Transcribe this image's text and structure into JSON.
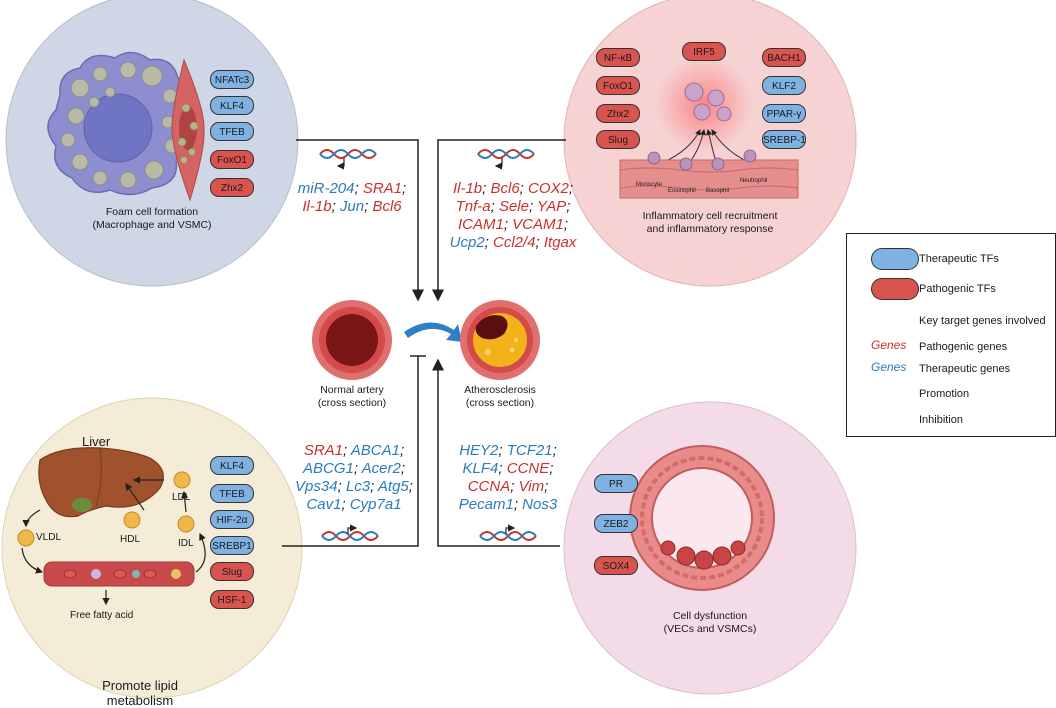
{
  "panels": {
    "foam": {
      "caption_line1": "Foam cell formation",
      "caption_line2": "(Macrophage and VSMC)",
      "tfs": [
        {
          "label": "NFATc3",
          "type": "therapeutic"
        },
        {
          "label": "KLF4",
          "type": "therapeutic"
        },
        {
          "label": "TFEB",
          "type": "therapeutic"
        },
        {
          "label": "FoxO1",
          "type": "pathogenic"
        },
        {
          "label": "Zhx2",
          "type": "pathogenic"
        }
      ]
    },
    "inflammatory": {
      "caption_line1": "Inflammatory cell recruitment",
      "caption_line2": "and inflammatory response",
      "tfs_left": [
        {
          "label": "NF-κB",
          "type": "pathogenic"
        },
        {
          "label": "FoxO1",
          "type": "pathogenic"
        },
        {
          "label": "Zhx2",
          "type": "pathogenic"
        },
        {
          "label": "Slug",
          "type": "pathogenic"
        }
      ],
      "tf_top": {
        "label": "IRF5",
        "type": "pathogenic"
      },
      "tfs_right": [
        {
          "label": "BACH1",
          "type": "pathogenic"
        },
        {
          "label": "KLF2",
          "type": "therapeutic"
        },
        {
          "label": "PPAR-γ",
          "type": "therapeutic"
        },
        {
          "label": "SREBP-1",
          "type": "therapeutic"
        }
      ],
      "cells": [
        "Monocyte",
        "Eosinophil",
        "Basophil",
        "Neutrophil"
      ]
    },
    "lipid": {
      "liver_label": "Liver",
      "vldl": "VLDL",
      "hdl": "HDL",
      "ldl": "LDL",
      "idl": "IDL",
      "ffa": "Free fatty acid",
      "caption_line1": "Promote lipid",
      "caption_line2": "metabolism",
      "tfs": [
        {
          "label": "KLF4",
          "type": "therapeutic"
        },
        {
          "label": "TFEB",
          "type": "therapeutic"
        },
        {
          "label": "HIF-2α",
          "type": "therapeutic"
        },
        {
          "label": "SREBP1",
          "type": "therapeutic"
        },
        {
          "label": "Slug",
          "type": "pathogenic"
        },
        {
          "label": "HSF-1",
          "type": "pathogenic"
        }
      ]
    },
    "dysfunction": {
      "caption_line1": "Cell dysfunction",
      "caption_line2": "(VECs and VSMCs)",
      "tfs": [
        {
          "label": "PR",
          "type": "therapeutic"
        },
        {
          "label": "ZEB2",
          "type": "therapeutic"
        },
        {
          "label": "SOX4",
          "type": "pathogenic"
        }
      ]
    }
  },
  "genes": {
    "foam": [
      [
        {
          "t": "miR-204",
          "k": "t"
        },
        {
          "t": "; ",
          "k": "s"
        },
        {
          "t": "SRA1",
          "k": "p"
        },
        {
          "t": ";",
          "k": "s"
        }
      ],
      [
        {
          "t": "Il-1b",
          "k": "p"
        },
        {
          "t": "; ",
          "k": "s"
        },
        {
          "t": "Jun",
          "k": "t"
        },
        {
          "t": "; ",
          "k": "s"
        },
        {
          "t": "Bcl6",
          "k": "p"
        }
      ]
    ],
    "inflammatory": [
      [
        {
          "t": "Il-1b",
          "k": "p"
        },
        {
          "t": "; ",
          "k": "s"
        },
        {
          "t": "Bcl6",
          "k": "p"
        },
        {
          "t": "; ",
          "k": "s"
        },
        {
          "t": "COX2",
          "k": "p"
        },
        {
          "t": ";",
          "k": "s"
        }
      ],
      [
        {
          "t": "Tnf-a",
          "k": "p"
        },
        {
          "t": "; ",
          "k": "s"
        },
        {
          "t": "Sele",
          "k": "p"
        },
        {
          "t": "; ",
          "k": "s"
        },
        {
          "t": "YAP",
          "k": "p"
        },
        {
          "t": ";",
          "k": "s"
        }
      ],
      [
        {
          "t": "ICAM1",
          "k": "p"
        },
        {
          "t": "; ",
          "k": "s"
        },
        {
          "t": "VCAM1",
          "k": "p"
        },
        {
          "t": ";",
          "k": "s"
        }
      ],
      [
        {
          "t": "Ucp2",
          "k": "t"
        },
        {
          "t": ";  ",
          "k": "s"
        },
        {
          "t": "Ccl2/4",
          "k": "p"
        },
        {
          "t": ";  ",
          "k": "s"
        },
        {
          "t": "Itgax",
          "k": "p"
        }
      ]
    ],
    "lipid": [
      [
        {
          "t": "SRA1",
          "k": "p"
        },
        {
          "t": "; ",
          "k": "s"
        },
        {
          "t": "ABCA1",
          "k": "t"
        },
        {
          "t": ";",
          "k": "s"
        }
      ],
      [
        {
          "t": "ABCG1",
          "k": "t"
        },
        {
          "t": "; ",
          "k": "s"
        },
        {
          "t": "Acer2",
          "k": "t"
        },
        {
          "t": ";",
          "k": "s"
        }
      ],
      [
        {
          "t": "Vps34",
          "k": "t"
        },
        {
          "t": "; ",
          "k": "s"
        },
        {
          "t": "Lc3",
          "k": "t"
        },
        {
          "t": "; ",
          "k": "s"
        },
        {
          "t": "Atg5",
          "k": "t"
        },
        {
          "t": ";",
          "k": "s"
        }
      ],
      [
        {
          "t": "Cav1",
          "k": "t"
        },
        {
          "t": "; ",
          "k": "s"
        },
        {
          "t": "Cyp7a1",
          "k": "t"
        }
      ]
    ],
    "dysfunction": [
      [
        {
          "t": "HEY2",
          "k": "t"
        },
        {
          "t": "; ",
          "k": "s"
        },
        {
          "t": "TCF21",
          "k": "t"
        },
        {
          "t": ";",
          "k": "s"
        }
      ],
      [
        {
          "t": "KLF4",
          "k": "t"
        },
        {
          "t": "; ",
          "k": "s"
        },
        {
          "t": "CCNE",
          "k": "p"
        },
        {
          "t": ";",
          "k": "s"
        }
      ],
      [
        {
          "t": "CCNA",
          "k": "p"
        },
        {
          "t": "; ",
          "k": "s"
        },
        {
          "t": "Vim",
          "k": "p"
        },
        {
          "t": ";",
          "k": "s"
        }
      ],
      [
        {
          "t": "Pecam1",
          "k": "t"
        },
        {
          "t": "; ",
          "k": "s"
        },
        {
          "t": "Nos3",
          "k": "t"
        }
      ]
    ]
  },
  "center": {
    "normal_line1": "Normal artery",
    "normal_line2": "(cross section)",
    "athero_line1": "Atherosclerosis",
    "athero_line2": "(cross section)"
  },
  "legend": {
    "therapeutic_tfs": "Therapeutic TFs",
    "pathogenic_tfs": "Pathogenic TFs",
    "key_genes": "Key target genes involved",
    "genes_word": "Genes",
    "pathogenic_genes": "Pathogenic genes",
    "therapeutic_genes": "Therapeutic genes",
    "promotion": "Promotion",
    "inhibition": "Inhibition"
  },
  "colors": {
    "therapeutic": "#7fb2e3",
    "pathogenic": "#d9544f",
    "therapeutic_text": "#2b7bbd",
    "pathogenic_text": "#c8312f",
    "foam_bg": "#cfd6e6",
    "inflam_bg": "#f6d2d2",
    "lipid_bg": "#f4ecd6",
    "dysf_bg": "#f3dbe8"
  }
}
